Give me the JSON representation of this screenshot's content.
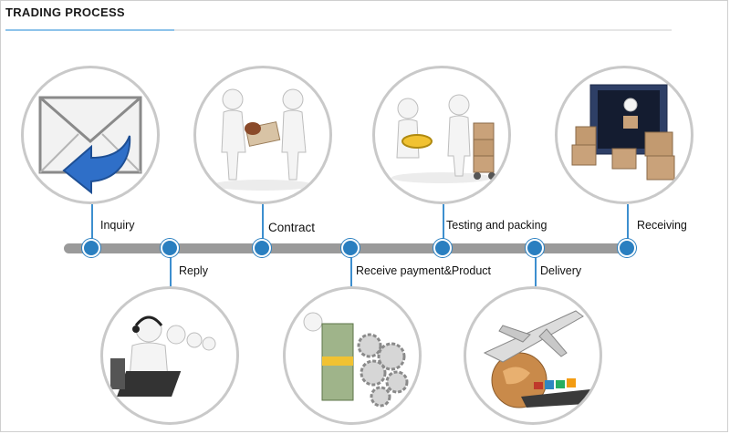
{
  "title": "TRADING  PROCESS",
  "steps": [
    {
      "label": "Inquiry",
      "icon": "envelope-reply-icon"
    },
    {
      "label": "Reply",
      "icon": "call-center-icon"
    },
    {
      "label": "Contract",
      "icon": "handshake-stamp-icon"
    },
    {
      "label": "Receive payment&Product",
      "icon": "money-gears-icon"
    },
    {
      "label": "Testing and packing",
      "icon": "inspection-packing-icon"
    },
    {
      "label": "Delivery",
      "icon": "plane-globe-ship-icon"
    },
    {
      "label": "Receiving",
      "icon": "container-boxes-icon"
    }
  ],
  "colors": {
    "timeline": "#9a9a9a",
    "dot": "#2a7fc0",
    "accent": "#8ec3ea",
    "circle_border": "#c9c9c9"
  }
}
